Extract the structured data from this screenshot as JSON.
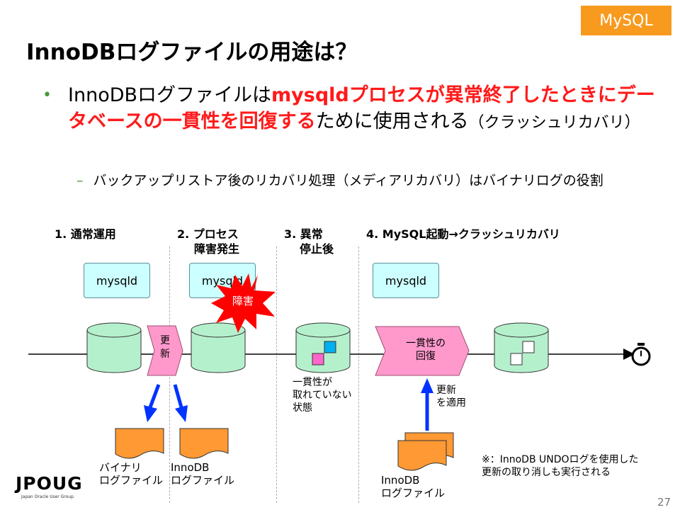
{
  "badge": "MySQL",
  "title": "InnoDBログファイルの用途は？",
  "bullet": {
    "dot": "•",
    "part1": "InnoDBログファイルは",
    "part2_red": "mysqldプロセスが異常終了したときにデータベースの一貫性を回復する",
    "part3": "ために使用される",
    "part4_small": "（クラッシュリカバリ）"
  },
  "sub": {
    "dash": "–",
    "text": "バックアップリストア後のリカバリ処理（メディアリカバリ）はバイナリログの役割"
  },
  "steps": {
    "s1": "1. 通常運用",
    "s2_line1": "2. プロセス",
    "s2_line2": "障害発生",
    "s3_line1": "3. 異常",
    "s3_line2": "停止後",
    "s4": "4. MySQL起動→クラッシュリカバリ"
  },
  "process_label": "mysqld",
  "failure_label": "障害",
  "update_chevron": "更新",
  "inconsistent": {
    "line1": "一貫性が",
    "line2": "取れていない",
    "line3": "状態"
  },
  "recovery_chevron": {
    "line1": "一貫性の",
    "line2": "回復"
  },
  "apply": {
    "line1": "更新",
    "line2": "を適用"
  },
  "binlog": {
    "line1": "バイナリ",
    "line2": "ログファイル"
  },
  "innodb_log": {
    "line1": "InnoDB",
    "line2": "ログファイル"
  },
  "innodb_log2": {
    "line1": "InnoDB",
    "line2": "ログファイル"
  },
  "note": {
    "line1": "※：InnoDB UNDOログを使用した",
    "line2": "更新の取り消しも実行される"
  },
  "logo": "JPOUG",
  "logo_sub": "Japan Oracle User Group",
  "page_number": "27",
  "colors": {
    "accent_orange": "#f79a1e",
    "highlight_red": "#ff1a1a",
    "cylinder_green": "#b5f0cc",
    "chevron_pink": "#ff99cc",
    "arrow_blue": "#0033ff",
    "mysqld_box": "#ccffff",
    "doc_orange": "#ff9933",
    "burst_red": "#ff0000",
    "block_cyan": "#00b0f0",
    "block_magenta": "#ff66cc"
  }
}
